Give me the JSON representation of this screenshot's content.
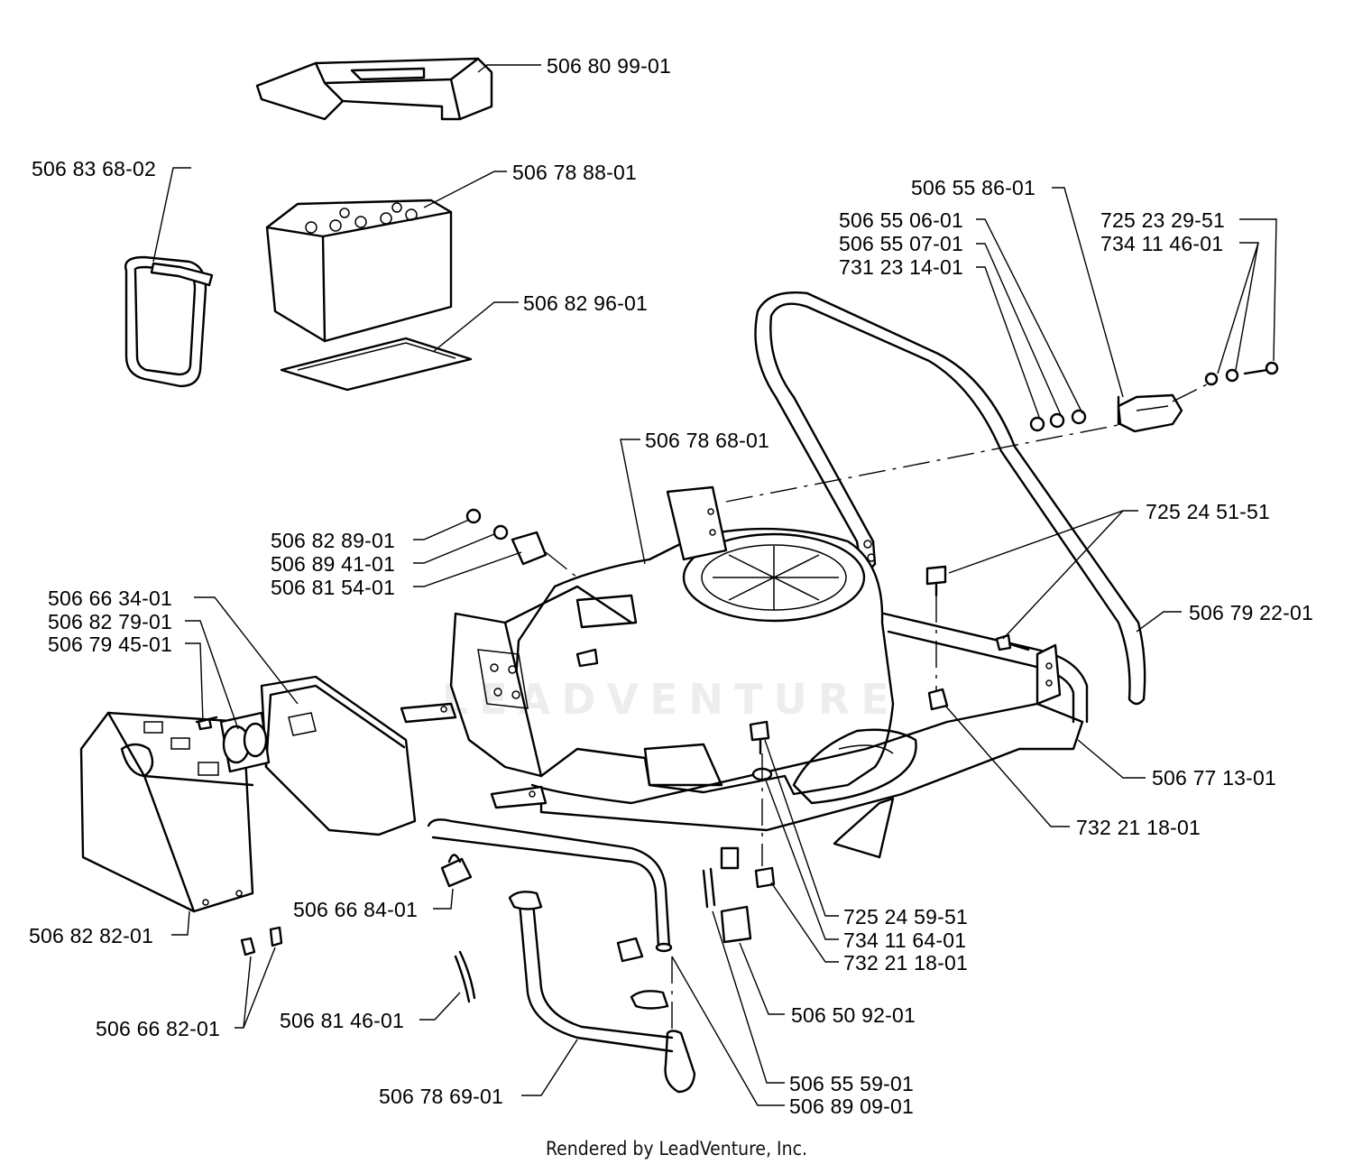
{
  "parts": [
    {
      "id": "506 80 99-01"
    },
    {
      "id": "506 83 68-02"
    },
    {
      "id": "506 78 88-01"
    },
    {
      "id": "506 82 96-01"
    },
    {
      "id": "506 55 86-01"
    },
    {
      "id": "506 55 06-01"
    },
    {
      "id": "506 55 07-01"
    },
    {
      "id": "731 23 14-01"
    },
    {
      "id": "725 23 29-51"
    },
    {
      "id": "734 11 46-01"
    },
    {
      "id": "506 78 68-01"
    },
    {
      "id": "725 24 51-51"
    },
    {
      "id": "506 82 89-01"
    },
    {
      "id": "506 89 41-01"
    },
    {
      "id": "506 81 54-01"
    },
    {
      "id": "506 66 34-01"
    },
    {
      "id": "506 82 79-01"
    },
    {
      "id": "506 79 45-01"
    },
    {
      "id": "506 79 22-01"
    },
    {
      "id": "506 77 13-01"
    },
    {
      "id": "732 21 18-01"
    },
    {
      "id": "506 82 82-01"
    },
    {
      "id": "506 66 84-01"
    },
    {
      "id": "725 24 59-51"
    },
    {
      "id": "734 11 64-01"
    },
    {
      "id": "732 21 18-01"
    },
    {
      "id": "506 50 92-01"
    },
    {
      "id": "506 81 46-01"
    },
    {
      "id": "506 66 82-01"
    },
    {
      "id": "506 55 59-01"
    },
    {
      "id": "506 78 69-01"
    },
    {
      "id": "506 89 09-01"
    }
  ],
  "watermark": "LEADVENTURE",
  "footer": "Rendered by LeadVenture, Inc."
}
